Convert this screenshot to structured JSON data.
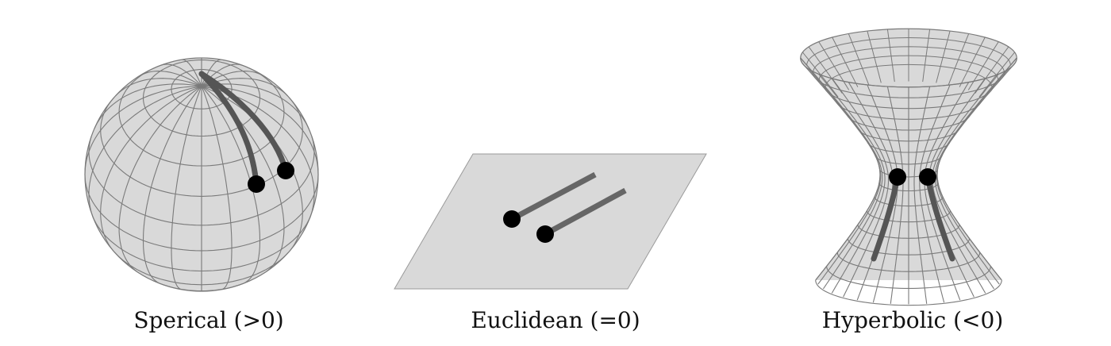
{
  "panels": [
    {
      "id": "spherical",
      "caption": "Sperical (>0)",
      "surface": "sphere"
    },
    {
      "id": "euclidean",
      "caption": "Euclidean (=0)",
      "surface": "plane"
    },
    {
      "id": "hyperbolic",
      "caption": "Hyperbolic (<0)",
      "surface": "hyperboloid"
    }
  ],
  "colors": {
    "surface_fill": "#d9d9d9",
    "grid_line": "#7a7a7a",
    "geodesic": "#555555",
    "point": "#000000",
    "caption_text": "#111111"
  }
}
